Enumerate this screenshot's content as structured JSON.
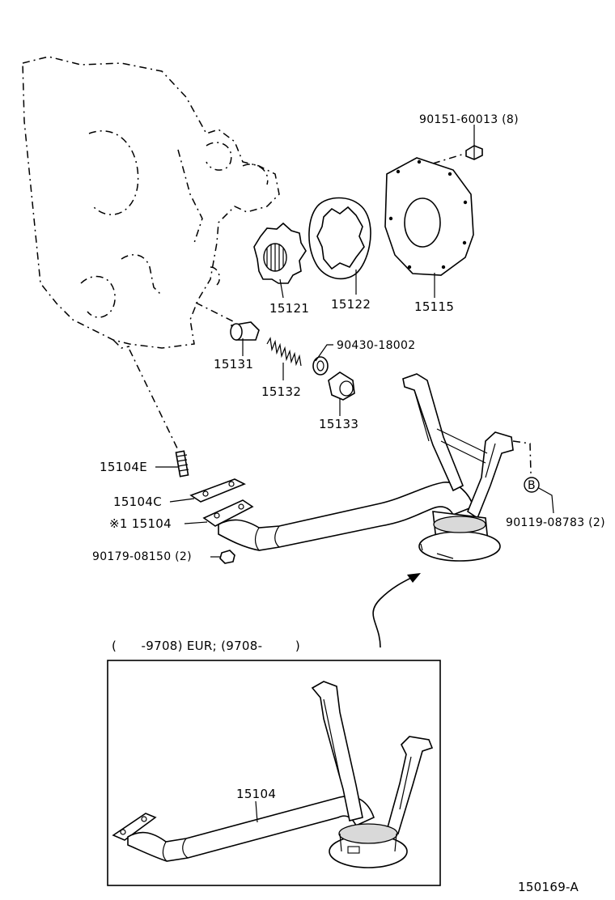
{
  "labels": {
    "bolt_top": "90151-60013 (8)",
    "p15121": "15121",
    "p15122": "15122",
    "p15115": "15115",
    "p15131": "15131",
    "p15132": "15132",
    "gasket": "90430-18002",
    "p15133": "15133",
    "p15104E": "15104E",
    "p15104C": "15104C",
    "p15104": "※1  15104",
    "nut": "90179-08150 (2)",
    "bolt_b": "90119-08783 (2)",
    "ref_b": "B",
    "inset_caption": "(      -9708) EUR; (9708-        )",
    "inset_part": "15104",
    "figure_id": "150169-A"
  }
}
